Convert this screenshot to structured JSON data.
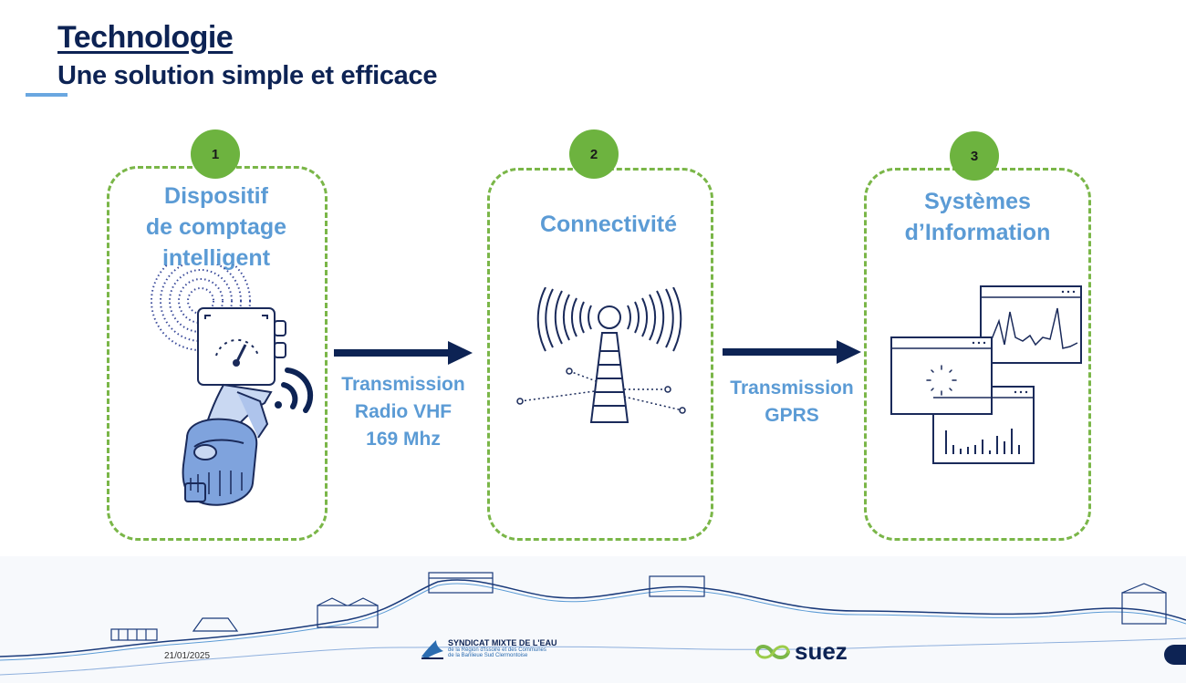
{
  "page": {
    "title": "Technologie",
    "subtitle": "Une solution simple et efficace"
  },
  "steps": [
    {
      "number": "1",
      "heading_lines": [
        "Dispositif",
        "de comptage",
        "intelligent"
      ],
      "icon": "smart-meter-icon"
    },
    {
      "number": "2",
      "heading_lines": [
        "Connectivité"
      ],
      "icon": "antenna-tower-icon"
    },
    {
      "number": "3",
      "heading_lines": [
        "Systèmes",
        "d’Information"
      ],
      "icon": "dashboard-windows-icon"
    }
  ],
  "transmissions": [
    {
      "lines": [
        "Transmission",
        "Radio VHF",
        "169 Mhz"
      ]
    },
    {
      "lines": [
        "Transmission",
        "GPRS"
      ]
    }
  ],
  "footer": {
    "date": "21/01/2025",
    "syndicat_name": "SYNDICAT MIXTE DE L'EAU",
    "syndicat_line2": "de la Région d'Issoire et des Communes",
    "syndicat_line3": "de la Banlieue Sud Clermontoise",
    "brand": "suez"
  },
  "colors": {
    "navy": "#0d2354",
    "accent_blue": "#5b9bd5",
    "green": "#6db33f",
    "dash_green": "#7ab648"
  }
}
